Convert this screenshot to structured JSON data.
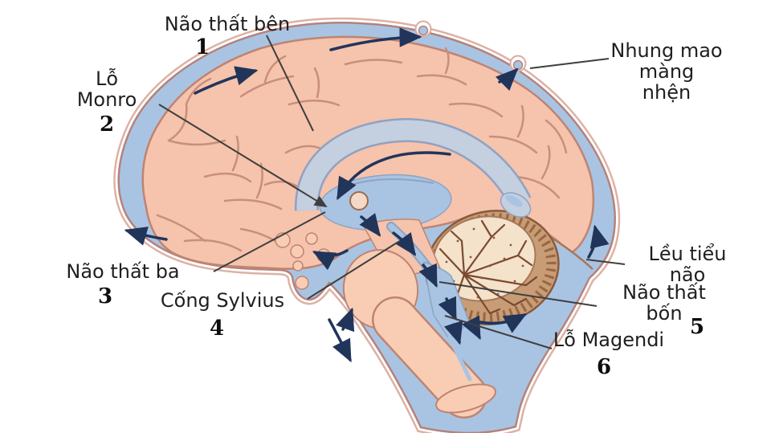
{
  "diagram": {
    "labels": {
      "lateral_ventricle": {
        "text": "Não thất bên",
        "number": "1"
      },
      "foramen_monro": {
        "text": "Lỗ\nMonro",
        "number": "2"
      },
      "arachnoid_villi": {
        "text": "Nhung mao màng\nnhện"
      },
      "third_ventricle": {
        "text": "Não thất ba",
        "number": "3"
      },
      "aqueduct_sylvius": {
        "text": "Cống Sylvius",
        "number": "4"
      },
      "tentorium_cerebelli": {
        "text": "Lều tiểu não"
      },
      "fourth_ventricle": {
        "text": "Não thất bốn",
        "number": "5"
      },
      "foramen_magendie": {
        "text": "Lỗ Magendi",
        "number": "6"
      }
    },
    "colors": {
      "background": "#ffffff",
      "csf_blue": "#a9c4e3",
      "brain_pink": "#f6c3ac",
      "brain_outline": "#bf8472",
      "ventricle_gray": "#c4cfe0",
      "ventricle_edge": "#8fa2c2",
      "cerebellum_rim": "#c89c75",
      "cerebellum_core": "#f4e2ca",
      "arbor_vitae_brown": "#7a4a30",
      "flow_arrow_navy": "#21355b",
      "leader_line_gray": "#3f3f3f",
      "label_text": "#1f1f1f"
    }
  }
}
